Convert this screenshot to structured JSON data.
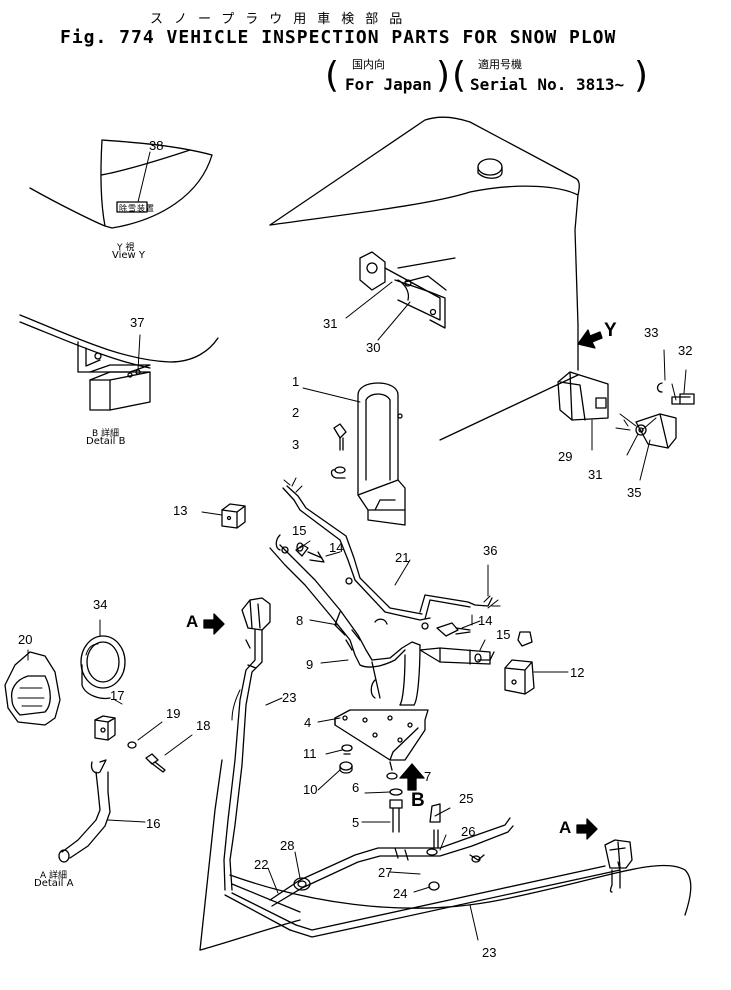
{
  "header": {
    "title_jp": "スノープラウ用車検部品",
    "title_en": "Fig. 774 VEHICLE INSPECTION PARTS FOR SNOW PLOW",
    "destination_jp": "国内向",
    "destination_en": "For Japan",
    "serial_jp": "適用号機",
    "serial_en": "Serial No. 3813~"
  },
  "views": {
    "view_y_jp": "Y 視",
    "view_y_en": "View Y",
    "detail_b_jp": "B 詳細",
    "detail_b_en": "Detail B",
    "detail_a_jp": "A 詳細",
    "detail_a_en": "Detail A",
    "plate_text": "除雪装置"
  },
  "arrows": {
    "a_left": "A",
    "a_right": "A",
    "b": "B",
    "y": "Y"
  },
  "callouts": {
    "n1": "1",
    "n2": "2",
    "n3": "3",
    "n4": "4",
    "n5": "5",
    "n6": "6",
    "n7": "7",
    "n8": "8",
    "n9": "9",
    "n10": "10",
    "n11": "11",
    "n12": "12",
    "n13": "13",
    "n14a": "14",
    "n14b": "14",
    "n15a": "15",
    "n15b": "15",
    "n16": "16",
    "n17": "17",
    "n18": "18",
    "n19": "19",
    "n20": "20",
    "n21": "21",
    "n22": "22",
    "n23a": "23",
    "n23b": "23",
    "n24": "24",
    "n25": "25",
    "n26": "26",
    "n27": "27",
    "n28": "28",
    "n29": "29",
    "n30": "30",
    "n31a": "31",
    "n31b": "31",
    "n32": "32",
    "n33": "33",
    "n34": "34",
    "n35": "35",
    "n36": "36",
    "n37": "37",
    "n38": "38"
  }
}
